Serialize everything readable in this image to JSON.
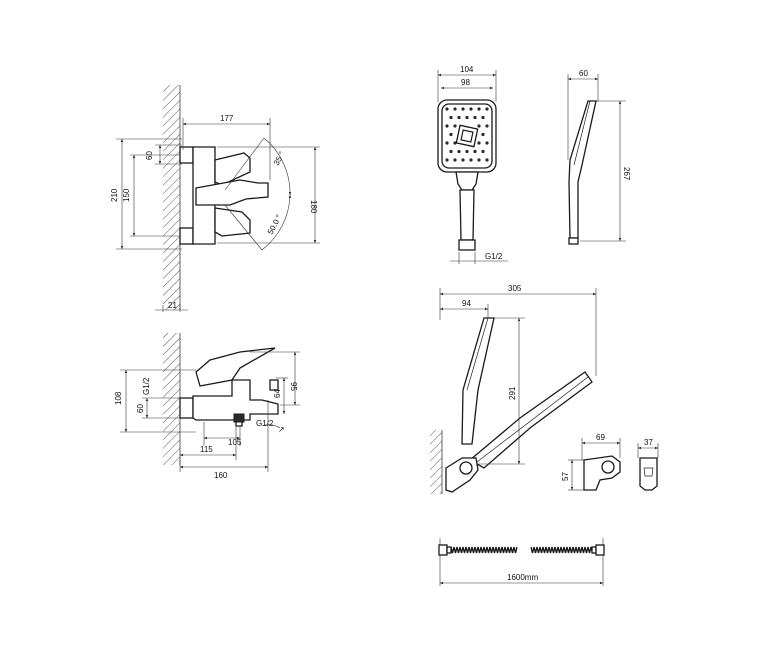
{
  "views": {
    "front": {
      "dims": {
        "width_177": "177",
        "h_60": "60",
        "h_210": "210",
        "h_150": "150",
        "h_180": "180",
        "h_21": "21",
        "ang_35": "35 °",
        "ang_50": "50.0 °"
      }
    },
    "side": {
      "dims": {
        "h_95": "95",
        "thread": "G1/2",
        "h_108": "108",
        "h_60": "60",
        "h_64": "64",
        "w_105": "105",
        "thread2": "G1/2",
        "w_115": "115",
        "w_160": "160"
      }
    },
    "handshower": {
      "dims": {
        "w_104": "104",
        "w_98": "98",
        "thread": "G1/2"
      }
    },
    "handshower_profile": {
      "dims": {
        "w_60": "60",
        "h_267": "267"
      }
    },
    "holder_assembly": {
      "dims": {
        "w_305": "305",
        "w_94": "94",
        "h_291": "291"
      }
    },
    "holder": {
      "dims": {
        "w_69": "69",
        "h_57": "57",
        "w_37": "37"
      }
    },
    "hose": {
      "dims": {
        "length": "1600mm"
      }
    }
  }
}
